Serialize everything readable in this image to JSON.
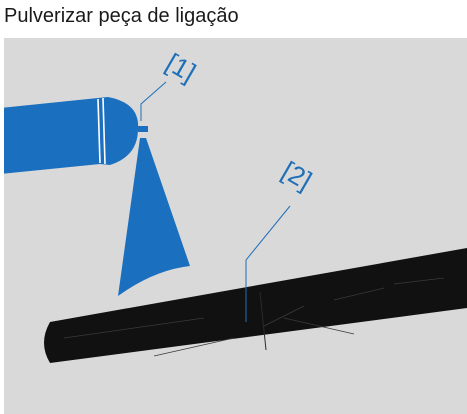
{
  "title": "Pulverizar peça de ligação",
  "callouts": {
    "c1": "[1]",
    "c2": "[2]"
  },
  "colors": {
    "background": "#d9d9d9",
    "nozzle_blue": "#1a6fbf",
    "hose_black": "#111111",
    "callout_blue": "#1e6fb8"
  },
  "icons": {
    "spray_nozzle": "spray-nozzle-icon",
    "spray_cone": "spray-cone-icon",
    "hose": "hose-icon"
  }
}
